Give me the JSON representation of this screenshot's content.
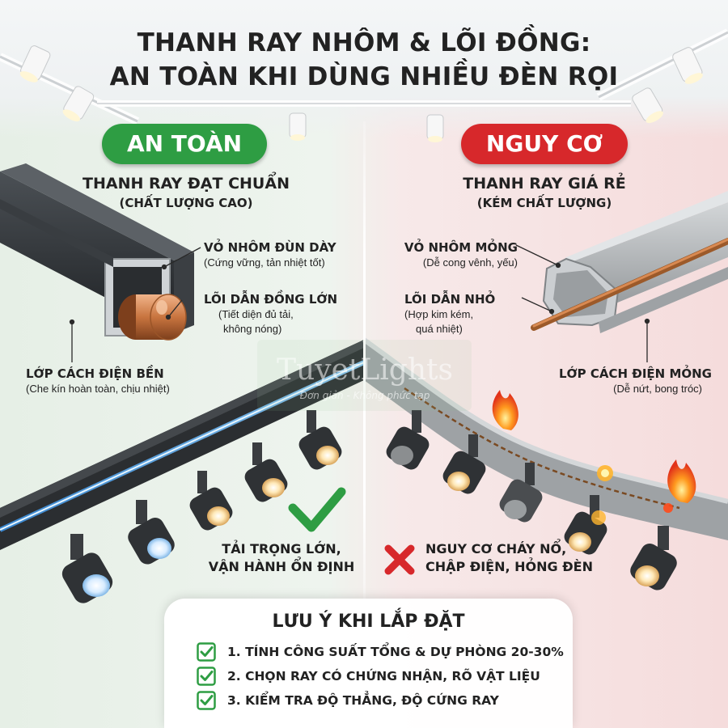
{
  "title": {
    "line1": "THANH RAY NHÔM & LÕI ĐỒNG:",
    "line2": "AN TOÀN KHI DÙNG NHIỀU ĐÈN RỌI"
  },
  "safe": {
    "badge": "AN TOÀN",
    "heading1": "THANH RAY ĐẠT CHUẨN",
    "heading2": "(CHẤT LƯỢNG CAO)",
    "shell_title": "VỎ NHÔM ĐÙN DÀY",
    "shell_sub": "(Cứng vững, tản nhiệt tốt)",
    "core_title": "LÕI DẪN ĐỒNG LỚN",
    "core_sub1": "(Tiết diện đủ tải,",
    "core_sub2": "không nóng)",
    "insulation_title": "LỚP CÁCH ĐIỆN BỀN",
    "insulation_sub": "(Che kín hoàn toàn, chịu nhiệt)",
    "status1": "TẢI TRỌNG LỚN,",
    "status2": "VẬN HÀNH ỔN ĐỊNH",
    "icon": "check-mark-icon",
    "color": "#2e9d43"
  },
  "risk": {
    "badge": "NGUY CƠ",
    "heading1": "THANH RAY GIÁ RẺ",
    "heading2": "(KÉM CHẤT LƯỢNG)",
    "shell_title": "VỎ NHÔM MỎNG",
    "shell_sub": "(Dễ cong vênh, yếu)",
    "core_title": "LÕI DẪN NHỎ",
    "core_sub1": "(Hợp kim kém,",
    "core_sub2": "quá nhiệt)",
    "insulation_title": "LỚP CÁCH ĐIỆN MỎNG",
    "insulation_sub": "(Dễ nứt, bong tróc)",
    "status1": "NGUY CƠ CHÁY NỔ,",
    "status2": "CHẬP ĐIỆN, HỎNG ĐÈN",
    "icon": "cross-mark-icon",
    "color": "#d7282b"
  },
  "note": {
    "title": "LƯU Ý KHI LẮP ĐẶT",
    "items": [
      "1. TÍNH CÔNG SUẤT TỔNG & DỰ PHÒNG 20-30%",
      "2. CHỌN RAY CÓ CHỨNG NHẬN, RÕ VẬT LIỆU",
      "3. KIỂM TRA ĐỘ THẲNG, ĐỘ CỨNG RAY"
    ]
  },
  "watermark": {
    "brand": "TuyetLights",
    "tagline": "Đơn giản - Không phức tạp"
  },
  "colors": {
    "safe_green": "#2e9d43",
    "risk_red": "#d7282b",
    "copper": "#c8743f",
    "track_dark": "#2b2e31",
    "track_grey": "#a7abae"
  }
}
